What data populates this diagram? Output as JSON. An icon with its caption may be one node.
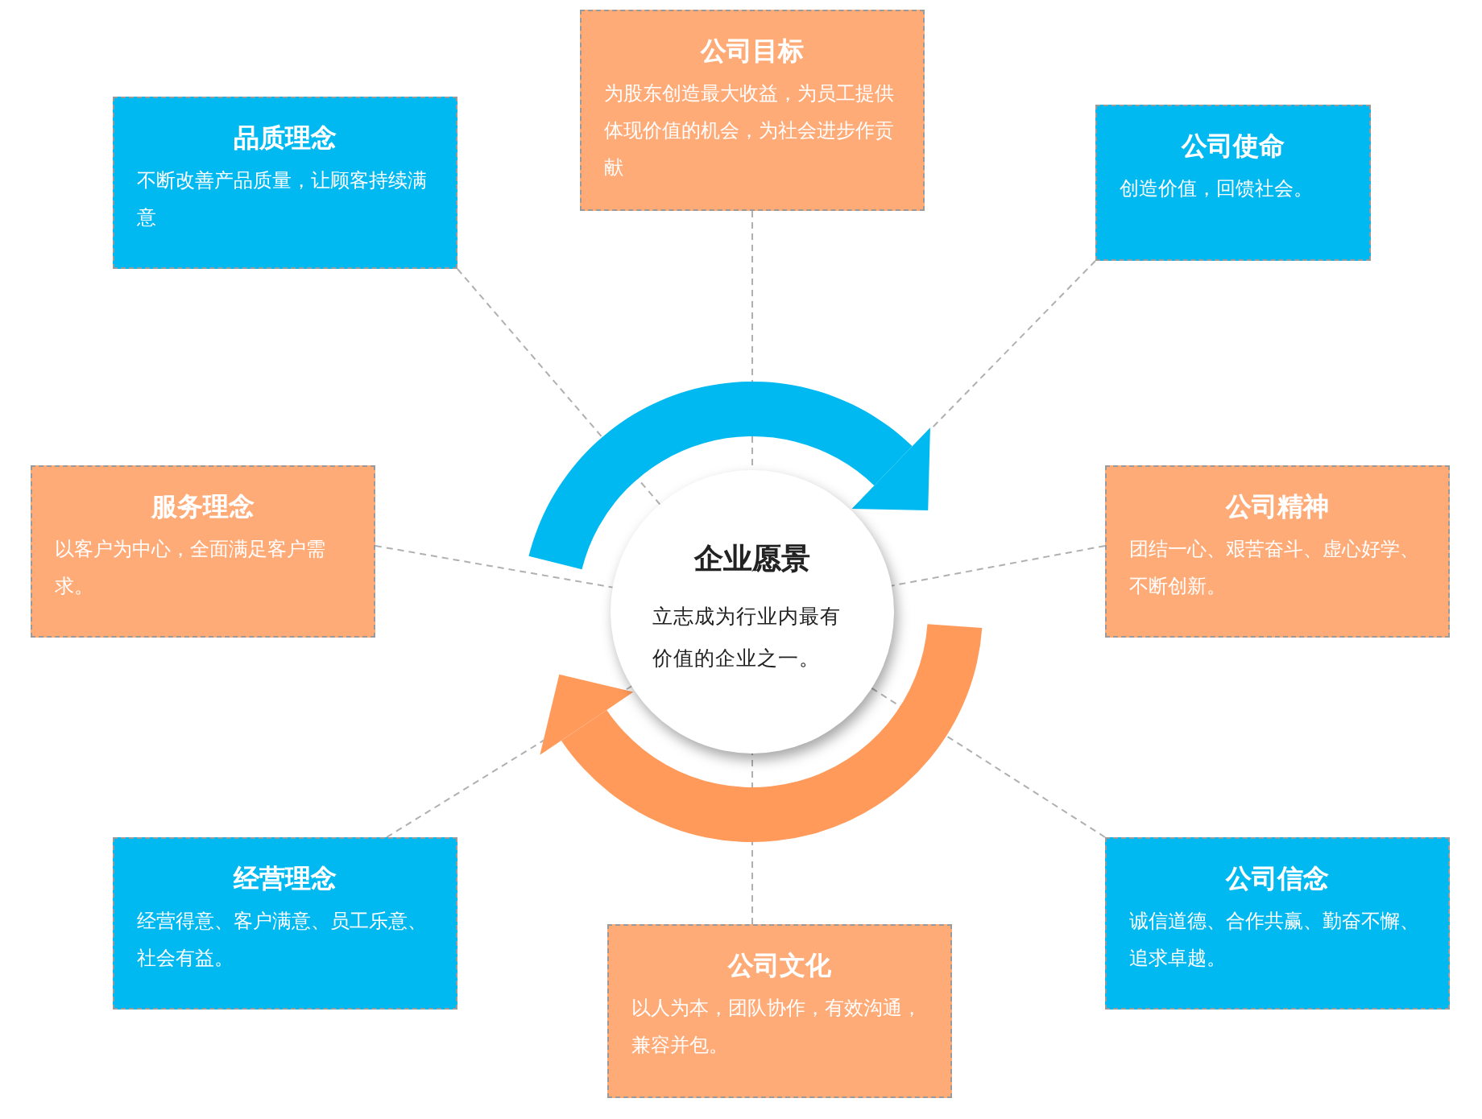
{
  "diagram": {
    "nodes": [
      {
        "text": [
          "企业愿景",
          "立志成为行业内最有价值的企业之一。"
        ]
      },
      {
        "text": [
          "公司目标",
          "为股东创造最大收益，为员工提供体现价值的机会，为社会进步作贡献"
        ]
      },
      {
        "text": [
          "公司使命",
          "创造价值，回馈社会。"
        ]
      },
      {
        "text": [
          "公司精神",
          "团结一心、艰苦奋斗、虚心好学、不断创新。"
        ]
      },
      {
        "text": [
          "公司信念",
          "诚信道德、合作共赢、勤奋不懈、追求卓越。"
        ]
      },
      {
        "text": [
          "公司文化",
          "以人为本，团队协作，有效沟通，兼容并包。"
        ]
      },
      {
        "text": [
          "经营理念",
          "经营得意、客户满意、员工乐意、社会有益。"
        ]
      },
      {
        "text": [
          "服务理念",
          "以客户为中心，全面满足客户需求。"
        ]
      },
      {
        "text": [
          "品质理念",
          "不断改善产品质量，让顾客持续满意"
        ]
      }
    ],
    "edges": [
      {
        "from": 1,
        "to": 0,
        "arrow": "none",
        "style": "dashed"
      },
      {
        "from": 2,
        "to": 0,
        "arrow": "none",
        "style": "dashed"
      },
      {
        "from": 3,
        "to": 0,
        "arrow": "none",
        "style": "dashed"
      },
      {
        "from": 4,
        "to": 0,
        "arrow": "none",
        "style": "dashed"
      },
      {
        "from": 5,
        "to": 0,
        "arrow": "none",
        "style": "dashed"
      },
      {
        "from": 6,
        "to": 0,
        "arrow": "none",
        "style": "dashed"
      },
      {
        "from": 7,
        "to": 0,
        "arrow": "none",
        "style": "dashed"
      },
      {
        "from": 8,
        "to": 0,
        "arrow": "none",
        "style": "dashed"
      }
    ]
  }
}
